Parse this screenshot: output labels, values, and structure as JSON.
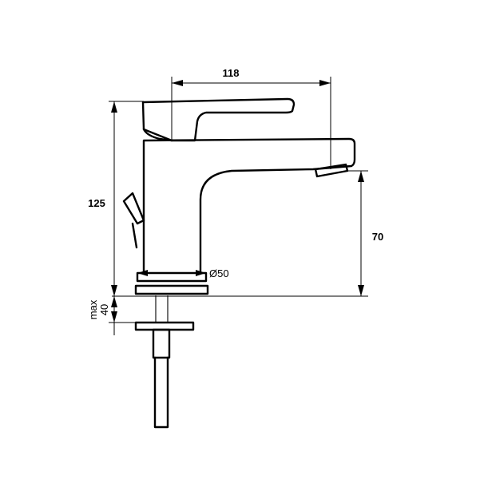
{
  "dimensions": {
    "spout_reach": "118",
    "total_height": "125",
    "spout_height": "70",
    "base_diameter": "Ø50",
    "max_thickness_line1": "max",
    "max_thickness_line2": "40"
  }
}
